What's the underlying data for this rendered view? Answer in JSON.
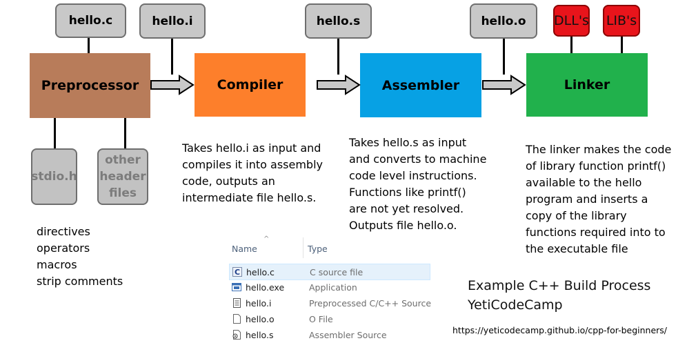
{
  "tags": {
    "hello_c": "hello.c",
    "hello_i": "hello.i",
    "hello_s": "hello.s",
    "hello_o": "hello.o",
    "dlls": "DLL's",
    "libs": "LIB's",
    "stdio_h": "stdio.h",
    "other_headers": "other header files"
  },
  "stages": {
    "preprocessor": "Preprocessor",
    "compiler": "Compiler",
    "assembler": "Assembler",
    "linker": "Linker"
  },
  "colors": {
    "preprocessor": "#b87c5a",
    "compiler": "#fd7f2b",
    "assembler": "#07a1e4",
    "linker": "#21b14c",
    "arrow_fill": "#c8c8c8"
  },
  "preprocessor_tasks": [
    "directives",
    "operators",
    "macros",
    "strip comments"
  ],
  "descriptions": {
    "compiler": [
      "Takes hello.i as input and",
      "compiles it into assembly",
      "code, outputs an",
      "intermediate file hello.s."
    ],
    "assembler": [
      "Takes hello.s as input",
      "and converts to machine",
      "code level instructions.",
      "Functions like printf()",
      "are not yet resolved.",
      "Outputs file hello.o."
    ],
    "linker": [
      "The linker makes the code",
      "of library function printf()",
      "available to the hello",
      "program and inserts a",
      "copy of the library",
      "functions required into to",
      "the executable file"
    ]
  },
  "explorer": {
    "col_name": "Name",
    "col_type": "Type",
    "sort_indicator": "^",
    "files": [
      {
        "name": "hello.c",
        "type": "C source file",
        "icon": "c-source-icon"
      },
      {
        "name": "hello.exe",
        "type": "Application",
        "icon": "application-icon"
      },
      {
        "name": "hello.i",
        "type": "Preprocessed C/C++ Source",
        "icon": "text-document-icon"
      },
      {
        "name": "hello.o",
        "type": "O File",
        "icon": "blank-file-icon"
      },
      {
        "name": "hello.s",
        "type": "Assembler Source",
        "icon": "assembler-file-icon"
      }
    ]
  },
  "caption": {
    "line1": "Example C++ Build Process",
    "line2": "YetiCodeCamp",
    "url": "https://yeticodecamp.github.io/cpp-for-beginners/"
  }
}
